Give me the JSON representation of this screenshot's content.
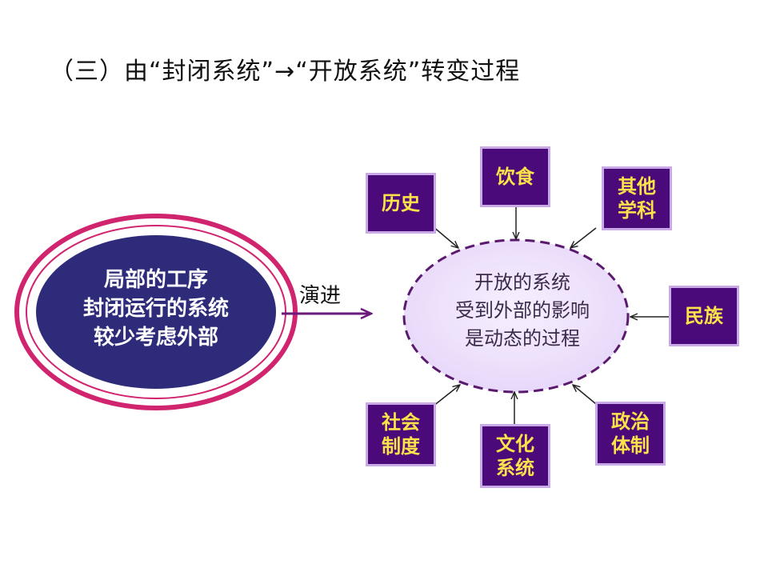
{
  "title": "（三）由“封闭系统”→“开放系统”转变过程",
  "closed_system": {
    "lines": [
      "局部的工序",
      "封闭运行的系统",
      "较少考虑外部"
    ]
  },
  "arrow_label": "演进",
  "open_system": {
    "lines": [
      "开放的系统",
      "受到外部的影响",
      "是动态的过程"
    ]
  },
  "factors": {
    "history": [
      "历史"
    ],
    "diet": [
      "饮食"
    ],
    "other_disciplines": [
      "其他",
      "学科"
    ],
    "ethnicity": [
      "民族"
    ],
    "social_system": [
      "社会",
      "制度"
    ],
    "cultural_system": [
      "文化",
      "系统"
    ],
    "political_system": [
      "政治",
      "体制"
    ]
  },
  "colors": {
    "box_fill": "#4a0a7a",
    "box_text": "#ffe24a",
    "box_border": "#c9a9e6",
    "closed_fill": "#2e2c7a",
    "closed_ring": "#d1246e",
    "open_fill": "#ece0fb",
    "open_border": "#5a1a6e",
    "evolve_arrow": "#6a1a7a"
  }
}
